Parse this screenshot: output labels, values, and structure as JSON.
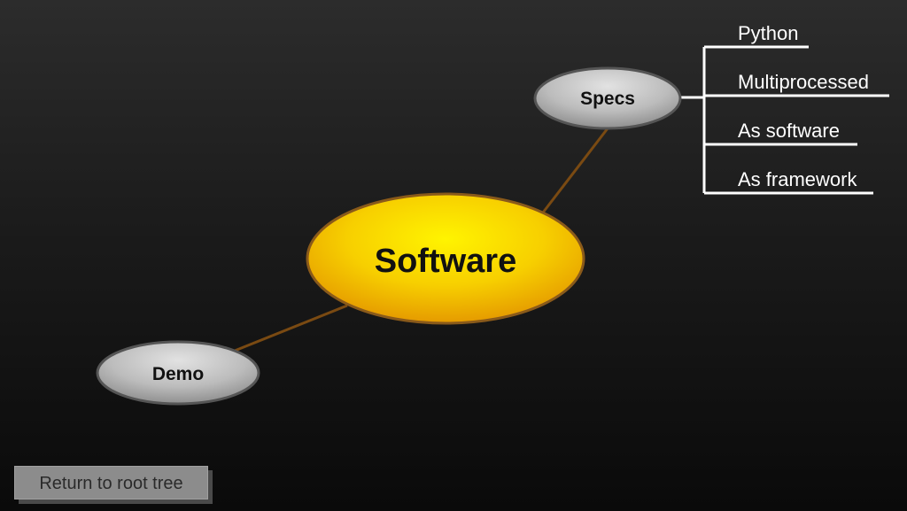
{
  "central_node": {
    "label": "Software"
  },
  "branches": [
    {
      "key": "specs",
      "label": "Specs"
    },
    {
      "key": "demo",
      "label": "Demo"
    }
  ],
  "specs_items": [
    {
      "label": "Python"
    },
    {
      "label": "Multiprocessed"
    },
    {
      "label": "As software"
    },
    {
      "label": "As framework"
    }
  ],
  "navigation": {
    "return_label": "Return to root tree"
  },
  "colors": {
    "central_fill": "#f7c600",
    "central_stroke": "#8a5a1a",
    "branch_fill": "#bdbdbd",
    "connector": "#7a4a12",
    "bracket": "#ffffff"
  }
}
